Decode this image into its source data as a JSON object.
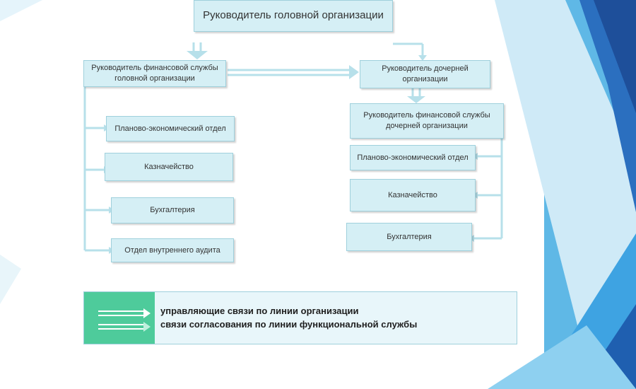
{
  "diagram": {
    "head": "Руководитель головной организации",
    "head_fin": "Руководитель финансовой службы головной организации",
    "sub_head": "Руководитель дочерней организации",
    "sub_fin": "Руководитель финансовой службы дочерней организации",
    "left_units": [
      "Планово-экономический отдел",
      "Казначейство",
      "Бухгалтерия",
      "Отдел внутреннего аудита"
    ],
    "right_units": [
      "Планово-экономический отдел",
      "Казначейство",
      "Бухгалтерия"
    ]
  },
  "legend": {
    "management": "управляющие связи по линии организации",
    "coordination": "связи согласования по линии функциональной службы"
  },
  "colors": {
    "box_fill": "#d5eff5",
    "box_border": "#9fd0dc",
    "connector": "#b7e0ea",
    "legend_swatch": "#4ecb9b",
    "accent_blue": "#2e8fd6"
  }
}
